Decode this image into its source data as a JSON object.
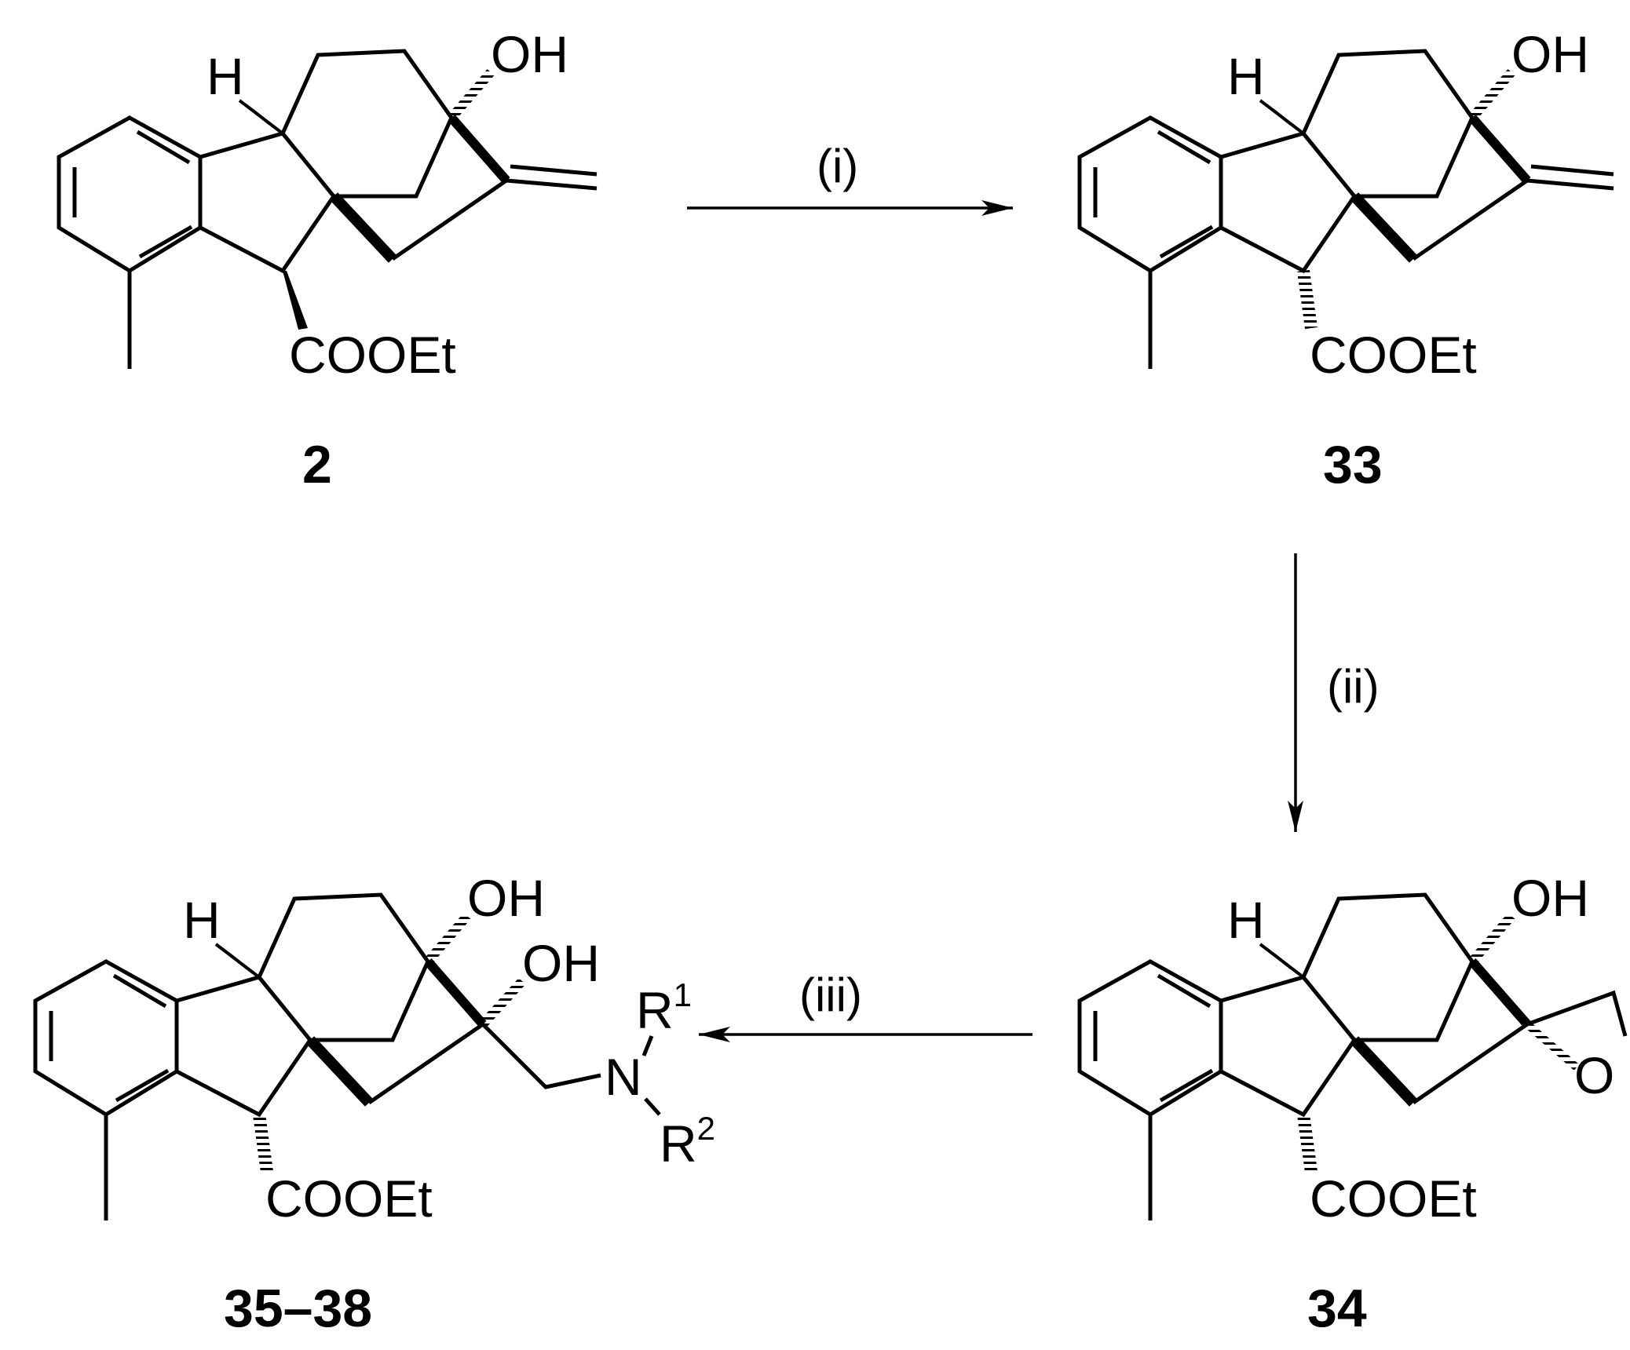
{
  "compounds": [
    {
      "id": "2",
      "oh": "OH",
      "h": "H",
      "ester": "COOEt",
      "ester_config": "wedge"
    },
    {
      "id": "33",
      "oh": "OH",
      "h": "H",
      "ester": "COOEt",
      "ester_config": "hash"
    },
    {
      "id": "34",
      "oh": "OH",
      "h": "H",
      "ester": "COOEt",
      "ester_config": "hash",
      "epoxide_o": "O"
    },
    {
      "id": "35–38",
      "oh": "OH",
      "oh2": "OH",
      "h": "H",
      "ester": "COOEt",
      "ester_config": "hash",
      "amine": {
        "n": "N",
        "r1": "R",
        "r1_sup": "1",
        "r2": "R",
        "r2_sup": "2"
      }
    }
  ],
  "steps": [
    {
      "label": "(i)",
      "from": "2",
      "to": "33",
      "direction": "right"
    },
    {
      "label": "(ii)",
      "from": "33",
      "to": "34",
      "direction": "down"
    },
    {
      "label": "(iii)",
      "from": "34",
      "to": "35–38",
      "direction": "left"
    }
  ]
}
